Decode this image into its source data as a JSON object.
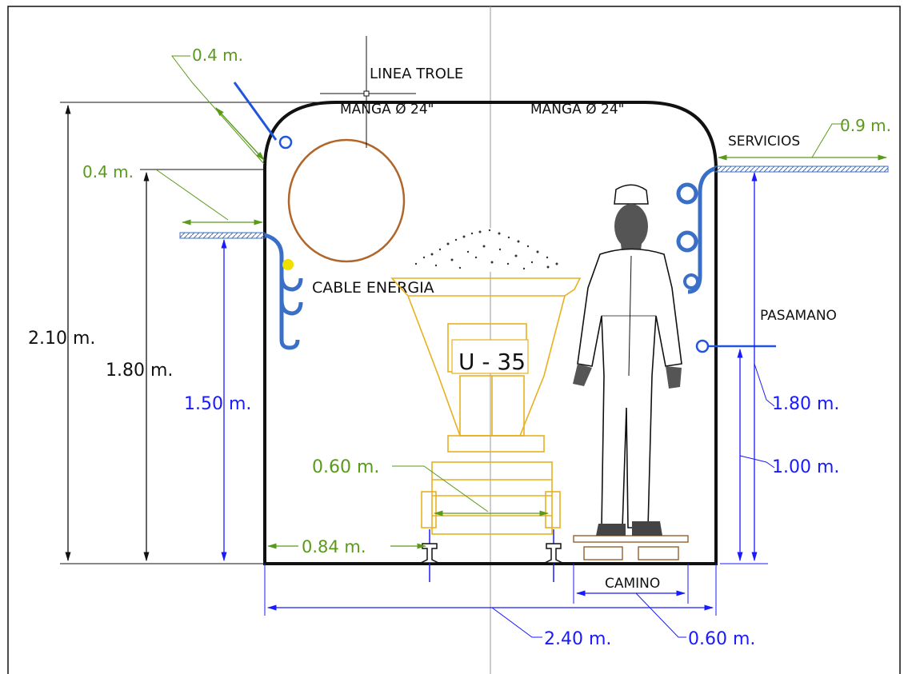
{
  "colors": {
    "black": "#111111",
    "green": "#5a9a1a",
    "blue": "#1a1aff",
    "orange": "#e8b020",
    "brown": "#b0662a",
    "pipe_blue": "#3a6fc8",
    "yellow_dot": "#f0e000"
  },
  "labels": {
    "linea_trole": "LINEA TROLE",
    "manga_left": "MANGA Ø 24\"",
    "manga_right": "MANGA Ø 24\"",
    "servicios": "SERVICIOS",
    "cable_energia": "CABLE ENERGIA",
    "pasamano": "PASAMANO",
    "camino": "CAMINO",
    "unit": "U - 35"
  },
  "dimensions": {
    "top_left_04": "0.4 m.",
    "left_04": "0.4 m.",
    "right_09": "0.9 m.",
    "h_210": "2.10 m.",
    "h_180_left": "1.80 m.",
    "h_150": "1.50 m.",
    "h_180_right": "1.80 m.",
    "h_100": "1.00 m.",
    "w_060_track": "0.60 m.",
    "w_084": "0.84 m.",
    "w_240": "2.40 m.",
    "w_060_camino": "0.60 m."
  }
}
